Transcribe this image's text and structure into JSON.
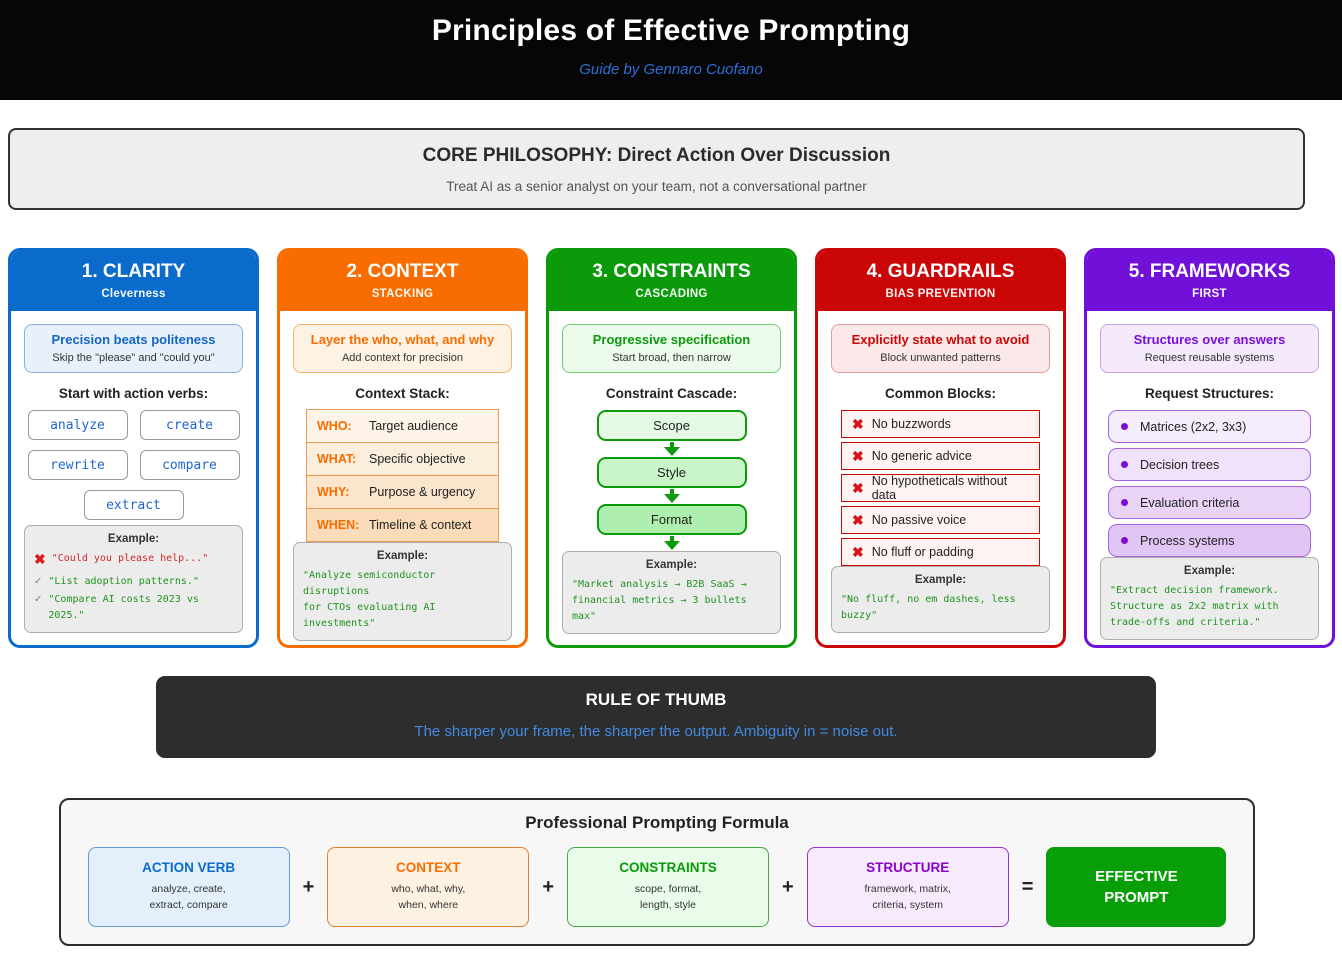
{
  "header": {
    "title": "Principles of Effective Prompting",
    "subtitle": "Guide by Gennaro Cuofano"
  },
  "core_philosophy": {
    "title": "CORE PHILOSOPHY: Direct Action Over Discussion",
    "subtitle": "Treat AI as a senior analyst on your team, not a conversational partner"
  },
  "columns": [
    {
      "title": "1. CLARITY",
      "subtitle": "Cleverness",
      "accent_color": "#0b6bca",
      "callout_title": "Precision beats politeness",
      "callout_subtitle": "Skip the \"please\" and \"could you\"",
      "section_label": "Start with action verbs:",
      "verbs": [
        "analyze",
        "create",
        "rewrite",
        "compare",
        "extract"
      ],
      "example_label": "Example:",
      "example_bad": "\"Could you please help...\"",
      "example_good_1": "\"List adoption patterns.\"",
      "example_good_2": "\"Compare AI costs 2023 vs 2025.\""
    },
    {
      "title": "2. CONTEXT",
      "subtitle": "STACKING",
      "accent_color": "#f96d00",
      "callout_title": "Layer the who, what, and why",
      "callout_subtitle": "Add context for precision",
      "section_label": "Context Stack:",
      "stack": [
        {
          "key": "WHO:",
          "value": "Target audience"
        },
        {
          "key": "WHAT:",
          "value": "Specific objective"
        },
        {
          "key": "WHY:",
          "value": "Purpose & urgency"
        },
        {
          "key": "WHEN:",
          "value": "Timeline & context"
        }
      ],
      "example_label": "Example:",
      "example_text": "\"Analyze semiconductor disruptions\nfor CTOs evaluating AI investments\""
    },
    {
      "title": "3. CONSTRAINTS",
      "subtitle": "CASCADING",
      "accent_color": "#0a9a0a",
      "callout_title": "Progressive specification",
      "callout_subtitle": "Start broad, then narrow",
      "section_label": "Constraint Cascade:",
      "cascade": [
        "Scope",
        "Style",
        "Format"
      ],
      "example_label": "Example:",
      "example_text": "\"Market analysis → B2B SaaS →\nfinancial metrics → 3 bullets max\""
    },
    {
      "title": "4. GUARDRAILS",
      "subtitle": "BIAS PREVENTION",
      "accent_color": "#cb0606",
      "callout_title": "Explicitly state what to avoid",
      "callout_subtitle": "Block unwanted patterns",
      "section_label": "Common Blocks:",
      "blocks": [
        "No buzzwords",
        "No generic advice",
        "No hypotheticals without data",
        "No passive voice",
        "No fluff or padding"
      ],
      "example_label": "Example:",
      "example_text": "\"No fluff, no em dashes, less buzzy\""
    },
    {
      "title": "5. FRAMEWORKS",
      "subtitle": "FIRST",
      "accent_color": "#7010d8",
      "callout_title": "Structures over answers",
      "callout_subtitle": "Request reusable systems",
      "section_label": "Request Structures:",
      "structures": [
        "Matrices (2x2, 3x3)",
        "Decision trees",
        "Evaluation criteria",
        "Process systems"
      ],
      "example_label": "Example:",
      "example_text": "\"Extract decision framework.\nStructure as 2x2 matrix with\ntrade-offs and criteria.\""
    }
  ],
  "rule_of_thumb": {
    "title": "RULE OF THUMB",
    "text": "The sharper your frame, the sharper the output. Ambiguity in = noise out."
  },
  "formula": {
    "title": "Professional Prompting Formula",
    "plus": "+",
    "equals": "=",
    "items": [
      {
        "label": "ACTION VERB",
        "sub": "analyze, create,\nextract, compare"
      },
      {
        "label": "CONTEXT",
        "sub": "who, what, why,\nwhen, where"
      },
      {
        "label": "CONSTRAINTS",
        "sub": "scope, format,\nlength, style"
      },
      {
        "label": "STRUCTURE",
        "sub": "framework, matrix,\ncriteria, system"
      },
      {
        "label": "EFFECTIVE\nPROMPT"
      }
    ]
  },
  "colors": {
    "blue": "#0b6bca",
    "orange": "#f96d00",
    "green": "#0a9a0a",
    "red": "#cb0606",
    "purple": "#7010d8",
    "rule_text_blue": "#4289e0",
    "banner_background": "#060606",
    "result_green": "#089e08"
  }
}
